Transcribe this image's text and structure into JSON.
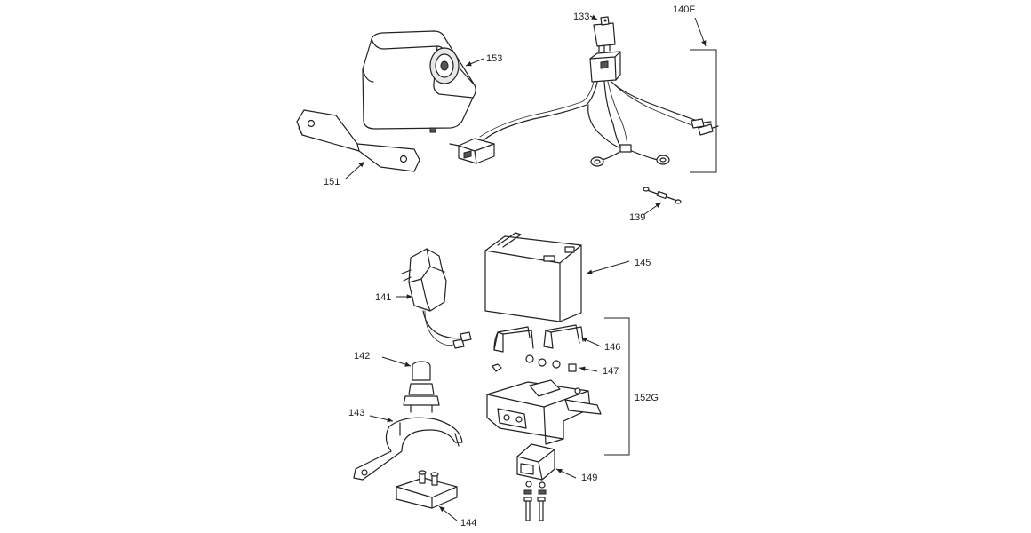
{
  "labels": {
    "p133": "133",
    "p140F": "140F",
    "p153": "153",
    "p151": "151",
    "p139": "139",
    "p145": "145",
    "p141": "141",
    "p146": "146",
    "p142": "142",
    "p147": "147",
    "p152G": "152G",
    "p143": "143",
    "p149": "149",
    "p144": "144"
  }
}
